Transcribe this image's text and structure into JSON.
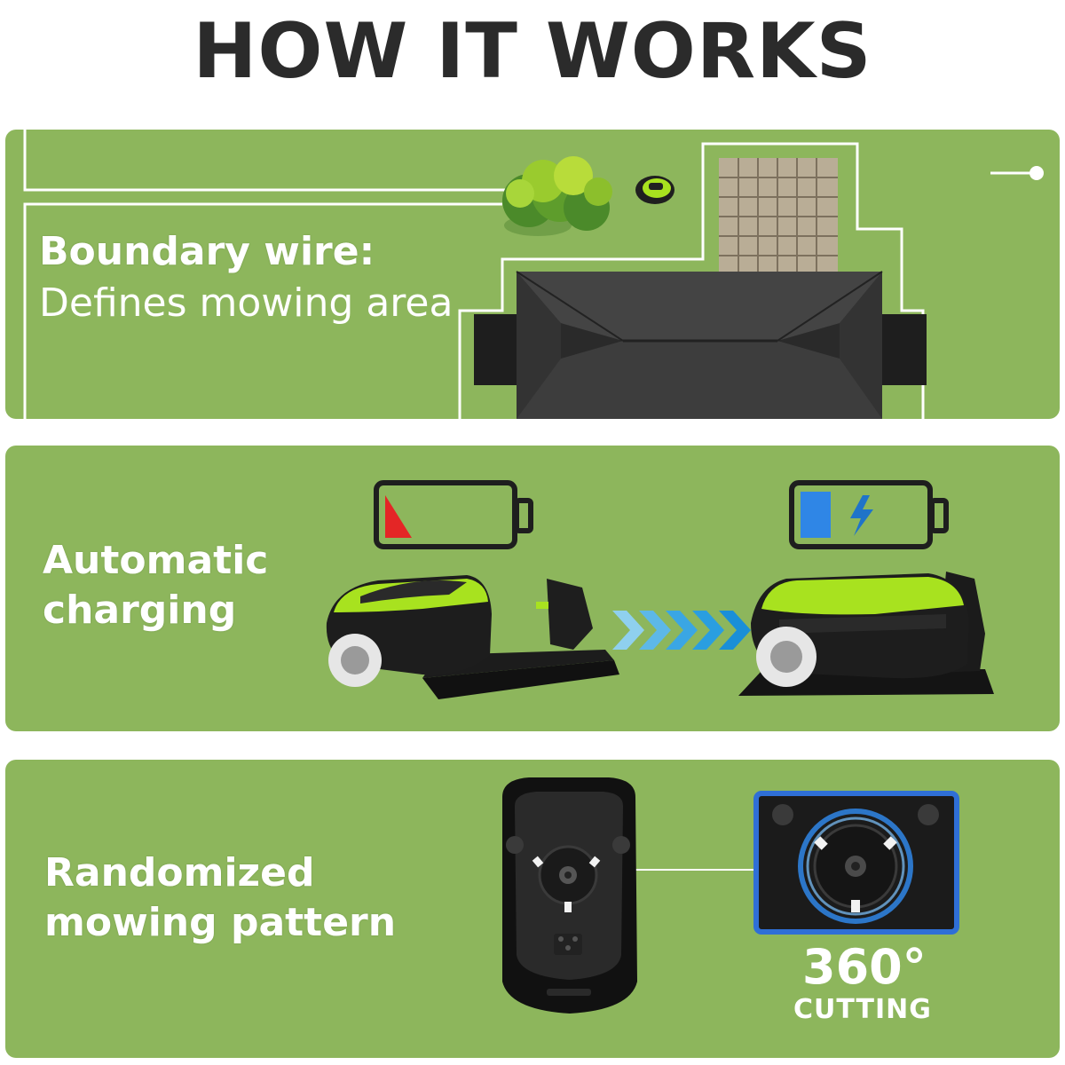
{
  "title": "HOW IT WORKS",
  "sections": [
    {
      "heading": "Boundary wire:",
      "subtitle": "Defines mowing area"
    },
    {
      "heading_line1": "Automatic",
      "heading_line2": "charging"
    },
    {
      "heading_line1": "Randomized",
      "heading_line2": "mowing pattern",
      "badge_number": "360°",
      "badge_label": "CUTTING"
    }
  ],
  "battery_low_level": 0.22,
  "battery_charging_level": 0.25,
  "colors": {
    "panel_green": "#8db65c",
    "lime": "#a8e21f",
    "title": "#2b2b2b",
    "arrow_blue": "#2a9ee0",
    "battery_red": "#e42626",
    "battery_blue": "#2f86e6"
  },
  "icons": [
    "bush-icon",
    "mower-icon",
    "battery-low-icon",
    "battery-charging-icon",
    "lightning-icon",
    "chevrons-icon"
  ]
}
